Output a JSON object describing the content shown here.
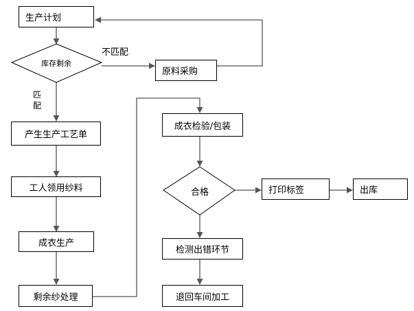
{
  "nodes": {
    "production_plan": "生产计划",
    "inventory_remaining": "库存剩余",
    "raw_material_purchase": "原料采购",
    "generate_process_sheet": "产生生产工艺单",
    "worker_receive_yarn": "工人领用纱料",
    "garment_production": "成衣生产",
    "leftover_yarn_handling": "剩余纱处理",
    "garment_inspection_packing": "成衣检验/包装",
    "qualified": "合格",
    "print_label": "打印标签",
    "ship_out": "出库",
    "detect_error_step": "检测出错环节",
    "return_workshop_rework": "退回车间加工"
  },
  "edge_labels": {
    "mismatch": "不匹配",
    "match_top": "匹",
    "match_bottom": "配"
  }
}
